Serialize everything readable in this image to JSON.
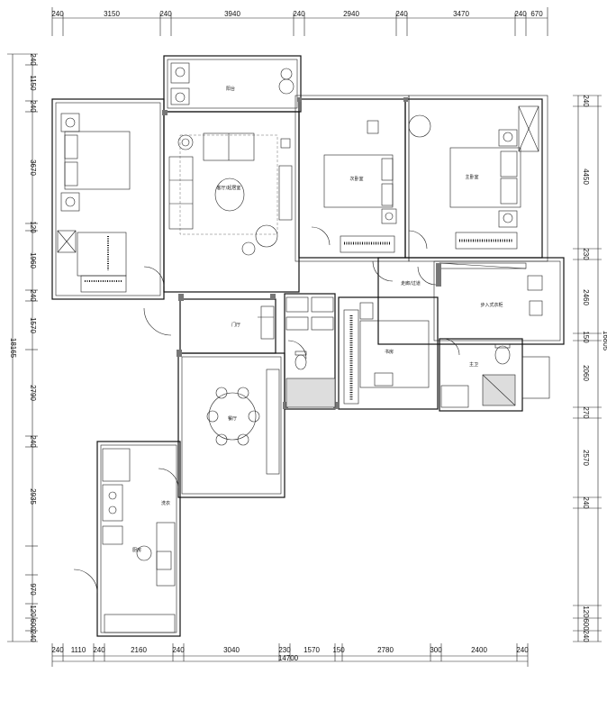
{
  "dimensions": {
    "top": [
      "240",
      "3150",
      "240",
      "3940",
      "240",
      "2940",
      "240",
      "3470",
      "240",
      "670"
    ],
    "bottom": [
      "240",
      "1110",
      "240",
      "2160",
      "240",
      "3040",
      "230",
      "1570",
      "150",
      "2780",
      "300",
      "2400",
      "240"
    ],
    "bottom_total": "14700",
    "left": [
      "240",
      "1150",
      "240",
      "3670",
      "120",
      "1960",
      "240",
      "1570",
      "2790",
      "240",
      "2935",
      "970",
      "120",
      "600",
      "240"
    ],
    "left_total": "18165",
    "right": [
      "240",
      "4450",
      "230",
      "2460",
      "150",
      "2060",
      "270",
      "2570",
      "240",
      "120",
      "600",
      "240"
    ],
    "right_total": "16805"
  },
  "rooms": {
    "living": "客厅/起居室",
    "second_bedroom": "次卧室",
    "master_bedroom": "主卧室",
    "walkin": "步入式衣柜",
    "corridor": "走廊/过道",
    "hall": "门厅",
    "study": "书房",
    "bath": "主卫",
    "dining": "餐厅",
    "kitchen": "厨房",
    "wash": "洗衣",
    "balcony": "阳台"
  }
}
